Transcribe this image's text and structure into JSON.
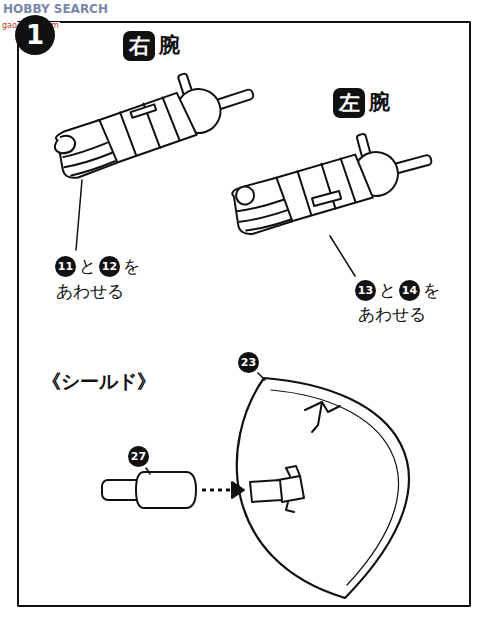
{
  "diagram": {
    "labels": [
      "HOBBY SEARCH",
      "gao-shop.com",
      "1",
      "右",
      "腕",
      "左",
      "腕",
      "11",
      "と",
      "12",
      "を",
      "あわせる",
      "13",
      "と",
      "14",
      "を",
      "あわせる",
      "《シールド》",
      "23",
      "27"
    ]
  }
}
